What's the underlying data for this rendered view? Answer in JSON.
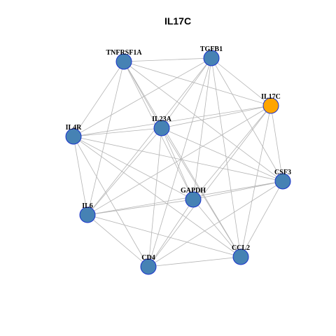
{
  "title": "IL17C",
  "colors": {
    "node_fill": "#4682b4",
    "node_highlight": "#ffa500",
    "node_border": "#1a33cc",
    "edge": "#b4b4b4"
  },
  "nodes": [
    {
      "id": "TNFRSF1A",
      "label": "TNFRSF1A",
      "highlight": false
    },
    {
      "id": "TGFB1",
      "label": "TGFB1",
      "highlight": false
    },
    {
      "id": "IL17C",
      "label": "IL17C",
      "highlight": true
    },
    {
      "id": "IL4R",
      "label": "IL4R",
      "highlight": false
    },
    {
      "id": "IL23A",
      "label": "IL23A",
      "highlight": false
    },
    {
      "id": "CSF3",
      "label": "CSF3",
      "highlight": false
    },
    {
      "id": "GAPDH",
      "label": "GAPDH",
      "highlight": false
    },
    {
      "id": "IL6",
      "label": "IL6",
      "highlight": false
    },
    {
      "id": "CCL2",
      "label": "CCL2",
      "highlight": false
    },
    {
      "id": "CD4",
      "label": "CD4",
      "highlight": false
    }
  ],
  "edges": [
    [
      "TNFRSF1A",
      "TGFB1"
    ],
    [
      "TNFRSF1A",
      "IL17C"
    ],
    [
      "TNFRSF1A",
      "IL4R"
    ],
    [
      "TNFRSF1A",
      "IL23A"
    ],
    [
      "TNFRSF1A",
      "CSF3"
    ],
    [
      "TNFRSF1A",
      "GAPDH"
    ],
    [
      "TNFRSF1A",
      "IL6"
    ],
    [
      "TNFRSF1A",
      "CCL2"
    ],
    [
      "TGFB1",
      "IL17C"
    ],
    [
      "TGFB1",
      "IL4R"
    ],
    [
      "TGFB1",
      "IL23A"
    ],
    [
      "TGFB1",
      "CSF3"
    ],
    [
      "TGFB1",
      "GAPDH"
    ],
    [
      "TGFB1",
      "IL6"
    ],
    [
      "TGFB1",
      "CCL2"
    ],
    [
      "TGFB1",
      "CD4"
    ],
    [
      "IL17C",
      "IL4R"
    ],
    [
      "IL17C",
      "IL23A"
    ],
    [
      "IL17C",
      "CSF3"
    ],
    [
      "IL17C",
      "GAPDH"
    ],
    [
      "IL17C",
      "IL6"
    ],
    [
      "IL17C",
      "CCL2"
    ],
    [
      "IL17C",
      "CD4"
    ],
    [
      "IL4R",
      "IL23A"
    ],
    [
      "IL4R",
      "CSF3"
    ],
    [
      "IL4R",
      "GAPDH"
    ],
    [
      "IL4R",
      "IL6"
    ],
    [
      "IL4R",
      "CCL2"
    ],
    [
      "IL4R",
      "CD4"
    ],
    [
      "IL23A",
      "CSF3"
    ],
    [
      "IL23A",
      "GAPDH"
    ],
    [
      "IL23A",
      "IL6"
    ],
    [
      "IL23A",
      "CCL2"
    ],
    [
      "IL23A",
      "CD4"
    ],
    [
      "CSF3",
      "GAPDH"
    ],
    [
      "CSF3",
      "IL6"
    ],
    [
      "CSF3",
      "CCL2"
    ],
    [
      "CSF3",
      "CD4"
    ],
    [
      "GAPDH",
      "IL6"
    ],
    [
      "GAPDH",
      "CCL2"
    ],
    [
      "GAPDH",
      "CD4"
    ],
    [
      "IL6",
      "CCL2"
    ],
    [
      "IL6",
      "CD4"
    ],
    [
      "CCL2",
      "CD4"
    ]
  ]
}
